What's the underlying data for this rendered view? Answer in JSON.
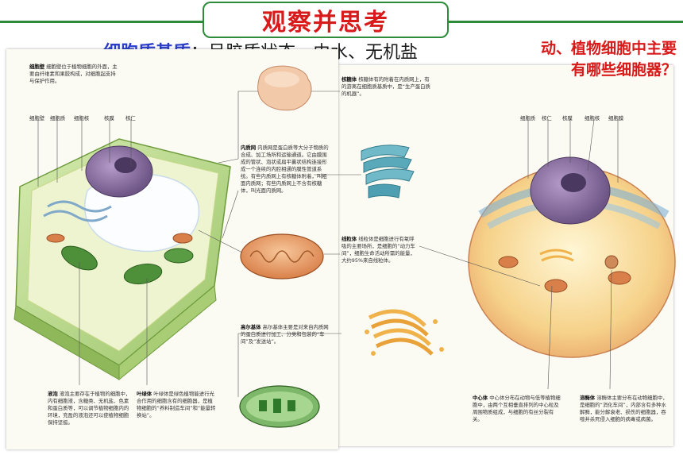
{
  "header": {
    "title": "观察并思考"
  },
  "slide_text": {
    "highlight": "细胞质基质",
    "rest": "：呈胶质状态，由水、无机盐"
  },
  "question": {
    "line1": "动、植物细胞中主要",
    "line2": "有哪些细胞器？"
  },
  "plant_cell": {
    "top_labels": [
      "细胞壁",
      "细胞质",
      "细胞核",
      "核膜",
      "核仁"
    ],
    "cell_wall_note": {
      "term": "细胞壁",
      "text": "细胞壁位于植物细胞的外面，主要由纤维素和果胶构成，对细胞起支持与保护作用。"
    },
    "vacuole_note": {
      "term": "液泡",
      "text": "液泡主要存在于植物的细胞中，内有细胞液，含糖类、无机盐、色素和蛋白质等，可以调节植物细胞内的环境，充盈的液泡还可以使植物细胞保持坚挺。"
    },
    "chloroplast_note": {
      "term": "叶绿体",
      "text": "叶绿体是绿色植物能进行光合作用的细胞含有的细胞器，是植物细胞的“养料制造车间”和“能量转换站”。"
    }
  },
  "organelles": {
    "er_note": {
      "term": "内质网",
      "text": "内质网是蛋白质等大分子物质的合成、加工场所和运输通道。它由膜围成的管状、泡状或扁平囊状结构连接形成一个连续的内腔相通的膜性管道系统。有些内质网上有核糖体附着，叫粗面内质网；有些内质网上不含有核糖体，叫光面内质网。"
    },
    "ribosome_note": {
      "term": "核糖体",
      "text": "核糖体有的附着在内质网上，有的游离在细胞质基质中，是“生产蛋白质的机器”。"
    },
    "mito_note": {
      "term": "线粒体",
      "text": "线粒体是细胞进行有氧呼吸的主要场所，是细胞的“动力车间”，细胞生命活动所需的能量，大约95%来自线粒体。"
    },
    "golgi_note": {
      "term": "高尔基体",
      "text": "高尔基体主要是对来自内质网的蛋白质进行加工、分类和包装的“车间”及“发送站”。"
    }
  },
  "animal_cell": {
    "top_labels": [
      "细胞质",
      "核仁",
      "核膜",
      "细胞核",
      "细胞膜"
    ],
    "centrosome_note": {
      "term": "中心体",
      "text": "中心体分布在动物与低等植物细胞中，由两个互相垂直排列的中心粒及周围物质组成，与细胞的有丝分裂有关。"
    },
    "lysosome_note": {
      "term": "溶酶体",
      "text": "溶酶体主要分布在动物细胞中，是细胞的“消化车间”，内部含有多种水解酶，能分解衰老、损伤的细胞器，吞噬并杀死侵入细胞的病毒或病菌。"
    }
  },
  "colors": {
    "title_red": "#d91a1a",
    "frame_green": "#2e8b3a",
    "highlight_blue": "#2b3ec9"
  }
}
